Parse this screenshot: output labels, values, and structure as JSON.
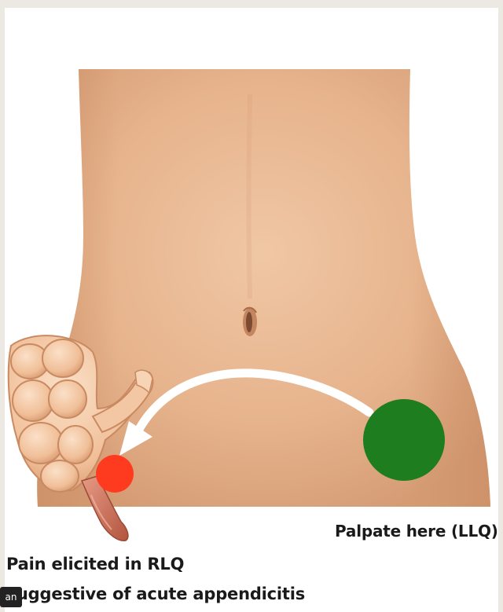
{
  "labels": {
    "palpate": "Palpate here (LLQ)",
    "pain": "Pain elicited in RLQ",
    "suggestive": "Suggestive of acute appendicitis"
  },
  "corner_badge": "an",
  "markers": {
    "palpation_point": {
      "region": "LLQ",
      "color": "#1e7d1e"
    },
    "pain_point": {
      "region": "RLQ",
      "color": "#ff3b1f"
    }
  },
  "arrow_color": "#ffffff",
  "skin_color": "#e8b993"
}
